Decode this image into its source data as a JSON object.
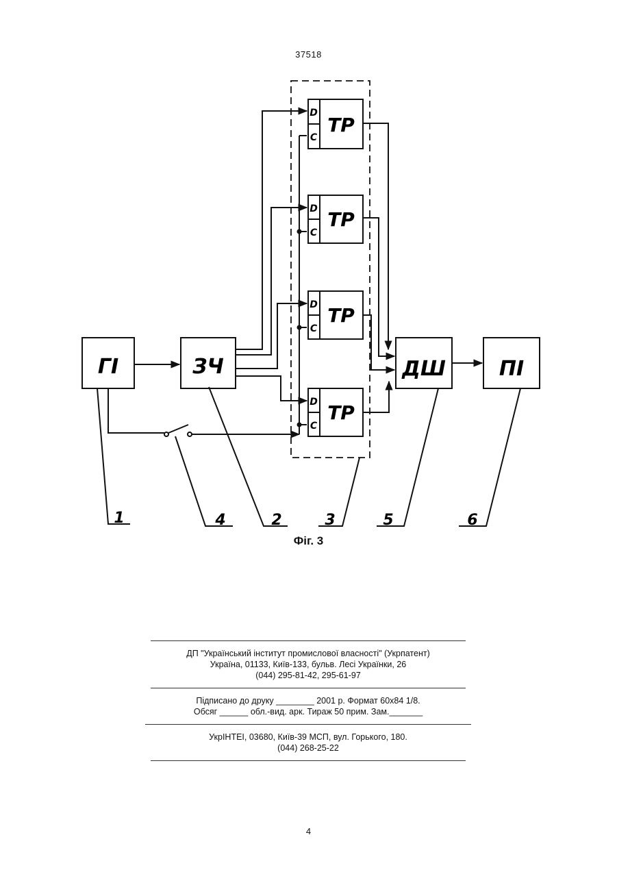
{
  "header": {
    "page_number": "37518"
  },
  "figure": {
    "caption": "Фіг. 3",
    "blocks": {
      "generator": "ГІ",
      "counter": "ЗЧ",
      "decoder": "ДШ",
      "indicator": "ПІ",
      "trigger": "ТР",
      "pin_d": "D",
      "pin_c": "C"
    },
    "refs": [
      "1",
      "4",
      "2",
      "3",
      "5",
      "6"
    ]
  },
  "imprint": {
    "line1": "ДП \"Український інститут промислової власності\" (Укрпатент)",
    "line2": "Україна, 01133, Київ-133, бульв. Лесі Українки, 26",
    "line3": "(044) 295-81-42, 295-61-97",
    "line4": "Підписано до друку ________ 2001 р.   Формат 60х84 1/8.",
    "line5": "Обсяг ______ обл.-вид. арк.   Тираж 50 прим.   Зам._______",
    "line6": "УкрІНТЕІ, 03680, Київ-39 МСП, вул. Горького, 180.",
    "line7": "(044) 268-25-22"
  },
  "footer": {
    "page_number": "4"
  }
}
